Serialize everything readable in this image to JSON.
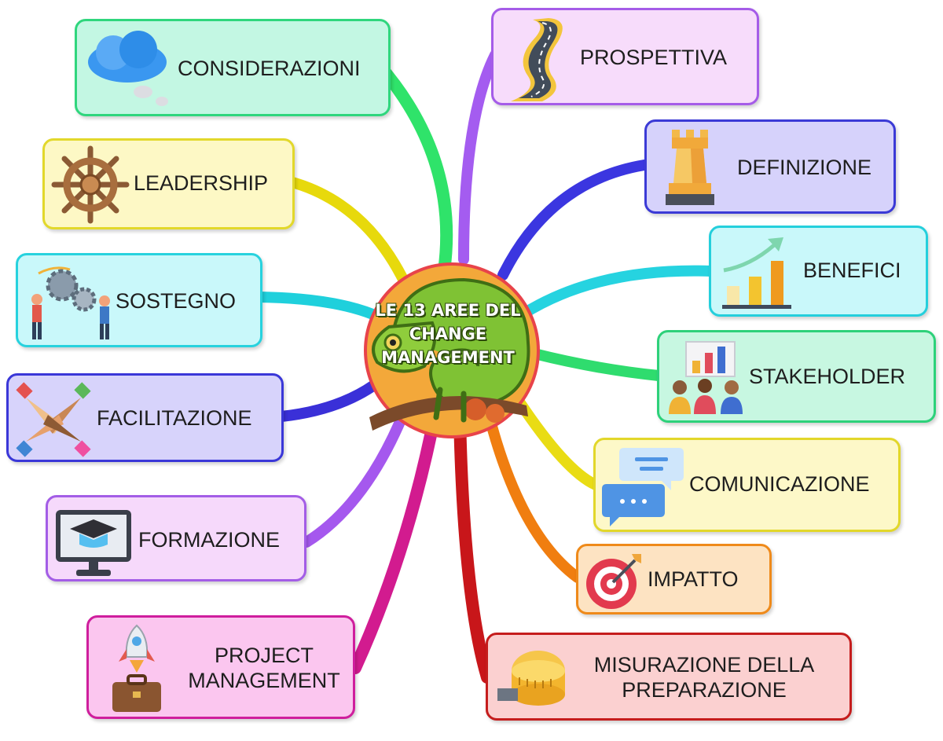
{
  "center": {
    "title": "LE 13 AREE DEL CHANGE MANAGEMENT"
  },
  "nodes": {
    "considerazioni": "CONSIDERAZIONI",
    "leadership": "LEADERSHIP",
    "sostegno": "SOSTEGNO",
    "facilitazione": "FACILITAZIONE",
    "formazione": "FORMAZIONE",
    "project_management": [
      "PROJECT",
      "MANAGEMENT"
    ],
    "prospettiva": "PROSPETTIVA",
    "definizione": "DEFINIZIONE",
    "benefici": "BENEFICI",
    "stakeholder": "STAKEHOLDER",
    "comunicazione": "COMUNICAZIONE",
    "impatto": "IMPATTO",
    "misurazione": [
      "MISURAZIONE DELLA",
      "PREPARAZIONE"
    ]
  },
  "icons": {
    "considerazioni": "thought-cloud-icon",
    "leadership": "ship-wheel-icon",
    "sostegno": "gears-teamwork-icon",
    "facilitazione": "joined-hands-icon",
    "formazione": "graduation-monitor-icon",
    "project_management": "rocket-briefcase-icon",
    "prospettiva": "winding-road-icon",
    "definizione": "chess-rook-icon",
    "benefici": "growth-chart-icon",
    "stakeholder": "audience-icon",
    "comunicazione": "chat-bubbles-icon",
    "impatto": "target-icon",
    "misurazione": "tape-measure-icon"
  },
  "colors": {
    "considerazioni": {
      "fill": "#c3f7e3",
      "border": "#2fd67d",
      "branch": "#2fe36a"
    },
    "leadership": {
      "fill": "#fdf8c5",
      "border": "#e2d82b",
      "branch": "#e7d90c"
    },
    "sostegno": {
      "fill": "#c9f8fa",
      "border": "#27d2de",
      "branch": "#1fd0dc"
    },
    "facilitazione": {
      "fill": "#d7d3fb",
      "border": "#3a37d8",
      "branch": "#3a30d8"
    },
    "formazione": {
      "fill": "#f6d9fb",
      "border": "#a35de6",
      "branch": "#a558ee"
    },
    "project_management": {
      "fill": "#fbc6ef",
      "border": "#cf1e9d",
      "branch": "#d21b8f"
    },
    "prospettiva": {
      "fill": "#f7dcfb",
      "border": "#a55ce8",
      "branch": "#a45cf0"
    },
    "definizione": {
      "fill": "#d6d2fb",
      "border": "#3b3ad6",
      "branch": "#3b36e0"
    },
    "benefici": {
      "fill": "#c9f8fa",
      "border": "#24cfdc",
      "branch": "#26d3e0"
    },
    "stakeholder": {
      "fill": "#c7f7e1",
      "border": "#2dd17a",
      "branch": "#2fdc6e"
    },
    "comunicazione": {
      "fill": "#fdf8c8",
      "border": "#e2d72a",
      "branch": "#e9dc14"
    },
    "impatto": {
      "fill": "#fde3c2",
      "border": "#ef8a1a",
      "branch": "#f07e10"
    },
    "misurazione": {
      "fill": "#fbd0d0",
      "border": "#c51d1d",
      "branch": "#c8161a"
    }
  }
}
